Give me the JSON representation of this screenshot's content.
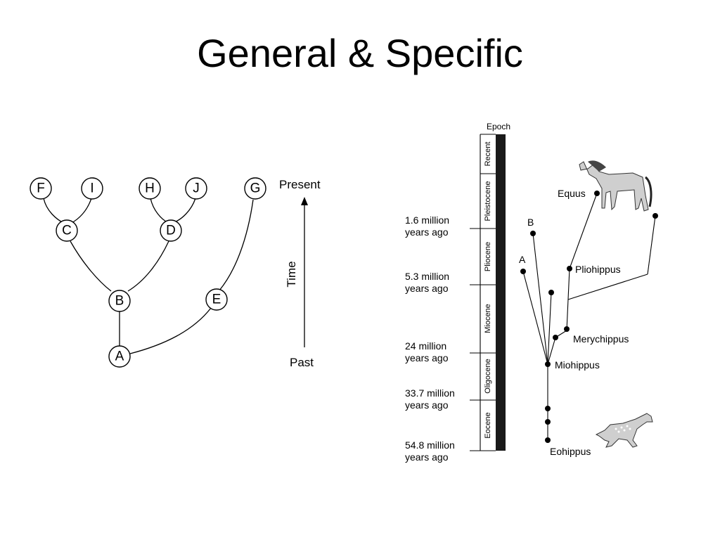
{
  "title": "General & Specific",
  "left_tree": {
    "nodes": [
      "F",
      "I",
      "C",
      "H",
      "J",
      "D",
      "G",
      "B",
      "E",
      "A"
    ],
    "axis": {
      "top": "Present",
      "bottom": "Past",
      "label": "Time"
    }
  },
  "right_tree": {
    "epoch_header": "Epoch",
    "epochs": [
      "Recent",
      "Pleistocene",
      "Pliocene",
      "Miocene",
      "Oligocene",
      "Eocene"
    ],
    "ages": [
      {
        "line1": "1.6 million",
        "line2": "years ago"
      },
      {
        "line1": "5.3 million",
        "line2": "years ago"
      },
      {
        "line1": "24 million",
        "line2": "years ago"
      },
      {
        "line1": "33.7 million",
        "line2": "years ago"
      },
      {
        "line1": "54.8 million",
        "line2": "years ago"
      }
    ],
    "labels": {
      "equus": "Equus",
      "pliohippus": "Pliohippus",
      "merychippus": "Merychippus",
      "miohippus": "Miohippus",
      "eohippus": "Eohippus",
      "a": "A",
      "b": "B"
    },
    "icons": [
      "horse-icon",
      "small-horse-icon"
    ]
  }
}
